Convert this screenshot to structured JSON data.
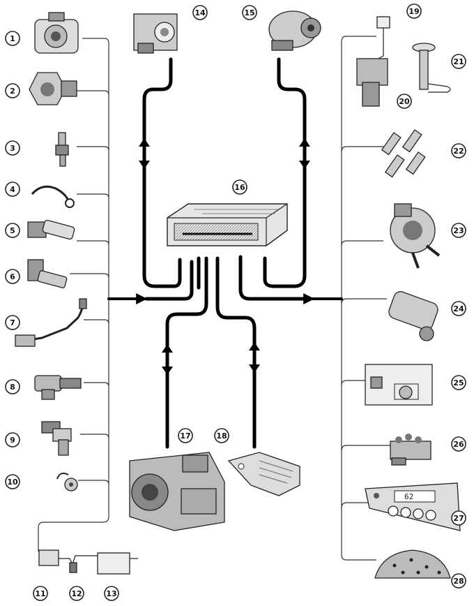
{
  "components": [
    {
      "id": "1",
      "label": "1"
    },
    {
      "id": "2",
      "label": "2"
    },
    {
      "id": "3",
      "label": "3"
    },
    {
      "id": "4",
      "label": "4"
    },
    {
      "id": "5",
      "label": "5"
    },
    {
      "id": "6",
      "label": "6"
    },
    {
      "id": "7",
      "label": "7"
    },
    {
      "id": "8",
      "label": "8"
    },
    {
      "id": "9",
      "label": "9"
    },
    {
      "id": "10",
      "label": "10"
    },
    {
      "id": "11",
      "label": "11"
    },
    {
      "id": "12",
      "label": "12"
    },
    {
      "id": "13",
      "label": "13"
    },
    {
      "id": "14",
      "label": "14"
    },
    {
      "id": "15",
      "label": "15"
    },
    {
      "id": "16",
      "label": "16"
    },
    {
      "id": "17",
      "label": "17"
    },
    {
      "id": "18",
      "label": "18"
    },
    {
      "id": "19",
      "label": "19"
    },
    {
      "id": "20",
      "label": "20"
    },
    {
      "id": "21",
      "label": "21"
    },
    {
      "id": "22",
      "label": "22"
    },
    {
      "id": "23",
      "label": "23"
    },
    {
      "id": "24",
      "label": "24"
    },
    {
      "id": "25",
      "label": "25"
    },
    {
      "id": "26",
      "label": "26"
    },
    {
      "id": "27",
      "label": "27"
    },
    {
      "id": "28",
      "label": "28"
    }
  ],
  "dashboard_display": "62"
}
